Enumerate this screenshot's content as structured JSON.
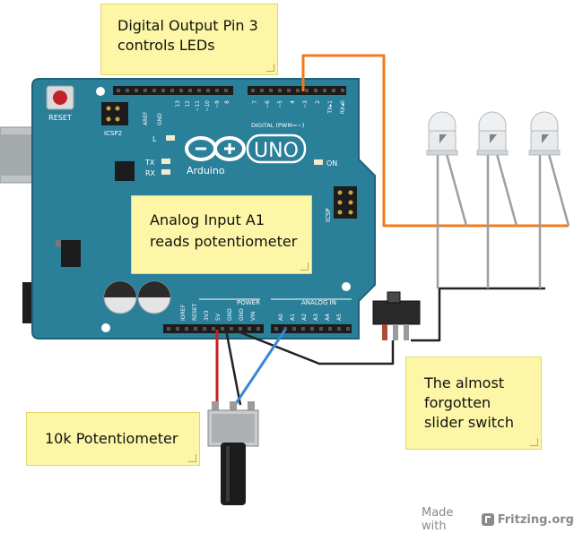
{
  "notes": {
    "digital_output": "Digital Output Pin 3\ncontrols LEDs",
    "analog_input": "Analog Input A1\nreads potentiometer",
    "potentiometer": "10k Potentiometer",
    "slider_switch": "The almost\nforgotten\nslider switch"
  },
  "board": {
    "reset_label": "RESET",
    "icsp2_label": "ICSP2",
    "icsp_label": "ICSP",
    "aref_label": "AREF",
    "gnd_label": "GND",
    "digital_header_label": "DIGITAL (PWM=~)",
    "tx_label": "TX",
    "rx_label": "RX",
    "l_label": "L",
    "on_label": "ON",
    "uno_label": "UNO",
    "arduino_label": "Arduino",
    "power_label": "POWER",
    "analog_in_label": "ANALOG IN",
    "digital_pin_labels": [
      "13",
      "12",
      "~11",
      "~10",
      "~9",
      "8",
      "7",
      "~6",
      "~5",
      "4",
      "~3",
      "2",
      "TX▸1",
      "RX◂0"
    ],
    "power_pin_labels": [
      "IOREF",
      "RESET",
      "3V3",
      "5V",
      "GND",
      "GND",
      "VIN"
    ],
    "analog_pin_labels": [
      "A0",
      "A1",
      "A2",
      "A3",
      "A4",
      "A5"
    ]
  },
  "colors": {
    "board": "#2a7f99",
    "board_edge": "#1d6278",
    "orange_wire": "#f07a1e",
    "red_wire": "#cc1f1f",
    "black_wire": "#222222",
    "blue_wire": "#3a86d9",
    "note_fill": "#fcf6a6"
  },
  "footer": {
    "made_with": "Made with",
    "brand": "Fritzing.org"
  }
}
